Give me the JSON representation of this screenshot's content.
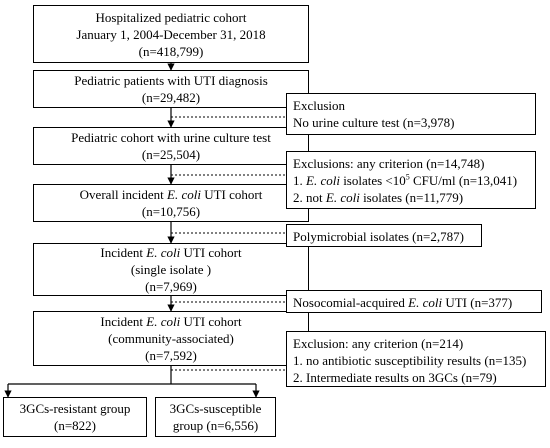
{
  "main_boxes": [
    {
      "line1": "Hospitalized pediatric cohort",
      "line2": "January 1, 2004-December 31, 2018",
      "line3": "(n=418,799)"
    },
    {
      "line1": "Pediatric patients with UTI diagnosis",
      "line2": "(n=29,482)"
    },
    {
      "line1": "Pediatric cohort with urine culture test",
      "line2": "(n=25,504)"
    },
    {
      "line1_pre": "Overall incident ",
      "line1_em": "E. coli",
      "line1_post": " UTI cohort",
      "line2": "(n=10,756)"
    },
    {
      "line1_pre": "Incident ",
      "line1_em": "E. coli",
      "line1_post": " UTI cohort",
      "line2": "(single isolate )",
      "line3": "(n=7,969)"
    },
    {
      "line1_pre": "Incident ",
      "line1_em": "E. coli",
      "line1_post": " UTI cohort",
      "line2": "(community-associated)",
      "line3": "(n=7,592)"
    }
  ],
  "exclusions": [
    {
      "line1": "Exclusion",
      "line2": "No urine culture test (n=3,978)"
    },
    {
      "line1": "Exclusions: any criterion (n=14,748)",
      "line2_pre": "1. ",
      "line2_em": "E. coli",
      "line2_mid": " isolates <10",
      "line2_sup": "5",
      "line2_post": " CFU/ml (n=13,041)",
      "line3_pre": "2. not ",
      "line3_em": "E. coli",
      "line3_post": " isolates  (n=11,779)"
    },
    {
      "line1": "Polymicrobial isolates  (n=2,787)"
    },
    {
      "line1_pre": "Nosocomial-acquired ",
      "line1_em": "E. coli",
      "line1_post": " UTI (n=377)"
    },
    {
      "line1": "Exclusion: any criterion (n=214)",
      "line2": "1. no antibiotic susceptibility results (n=135)",
      "line3": "2. Intermediate results on 3GCs (n=79)"
    }
  ],
  "groups": [
    {
      "line1": "3GCs-resistant group",
      "line2": "(n=822)"
    },
    {
      "line1": "3GCs-susceptible",
      "line2": "group (n=6,556)"
    }
  ],
  "colors": {
    "stroke": "#000000",
    "background": "#ffffff"
  }
}
